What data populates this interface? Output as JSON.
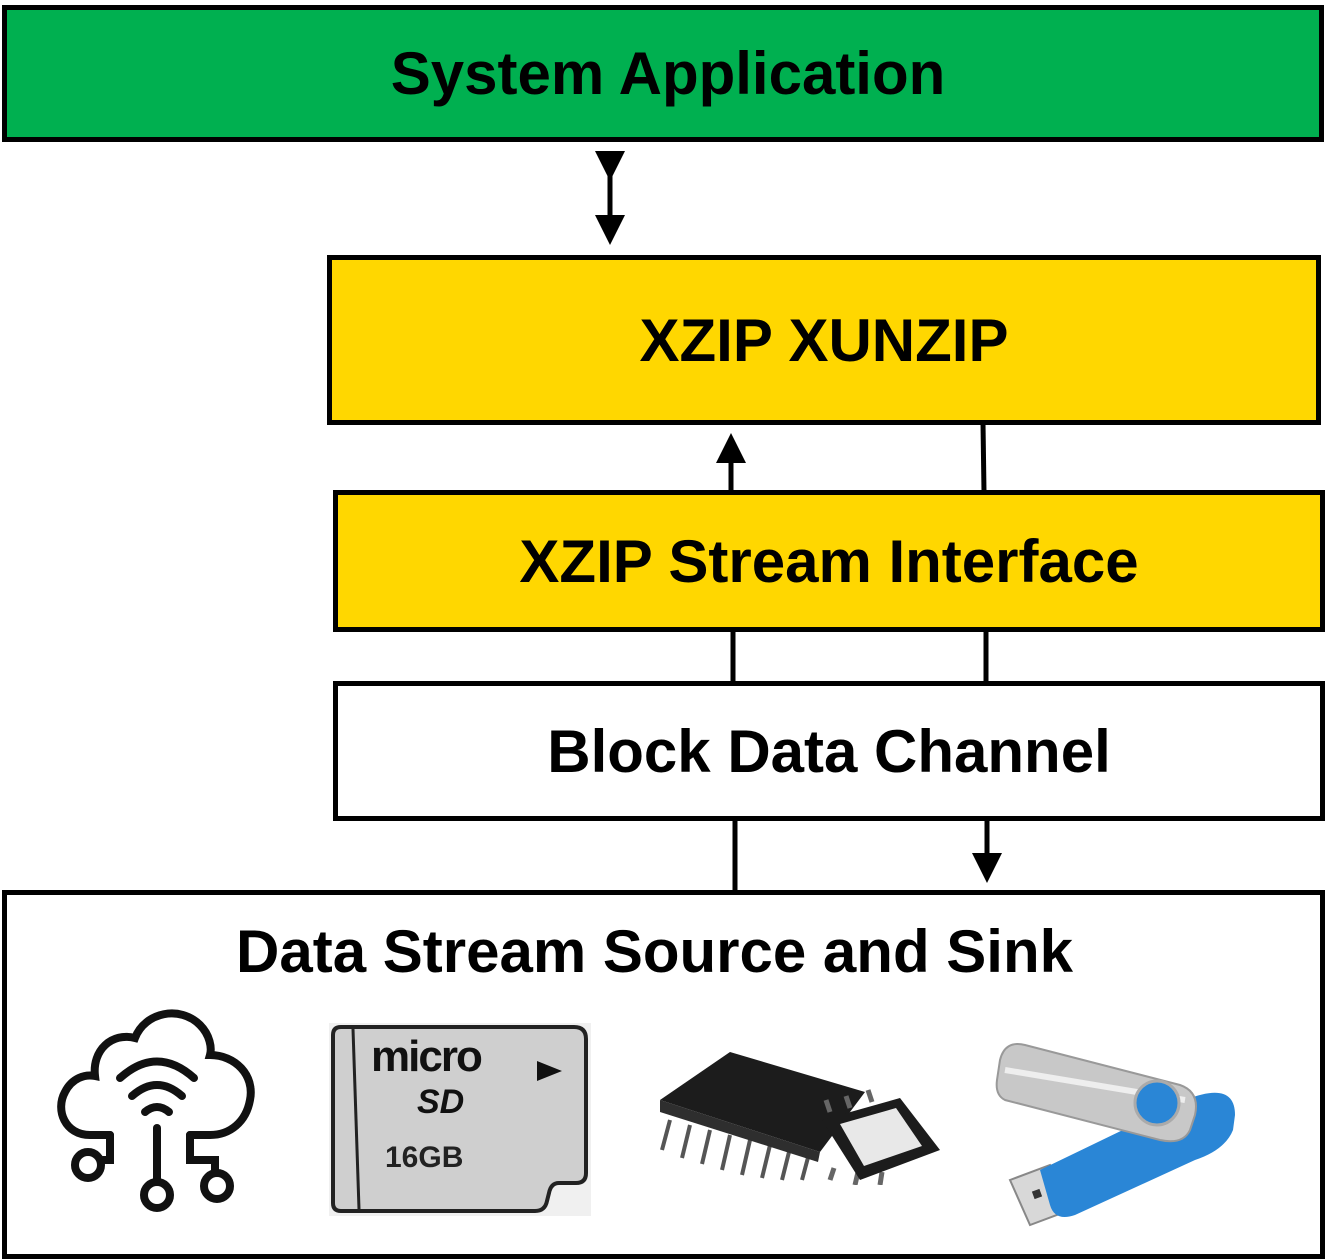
{
  "layers": {
    "system_application": {
      "label": "System Application",
      "color": "#00B050"
    },
    "xzip_xunzip": {
      "label": "XZIP XUNZIP",
      "color": "#FFD700"
    },
    "stream_interface": {
      "label": "XZIP Stream Interface",
      "color": "#FFD700"
    },
    "block_data_channel": {
      "label": "Block Data Channel",
      "color": "#FFFFFF"
    },
    "source_sink": {
      "label": "Data Stream Source and Sink",
      "color": "#FFFFFF",
      "devices": [
        {
          "icon": "cloud-iot-icon"
        },
        {
          "icon": "microsd-card-icon",
          "logo_top": "micro",
          "logo_bottom": "SD",
          "capacity": "16GB"
        },
        {
          "icon": "flash-chip-icon"
        },
        {
          "icon": "usb-drive-icon"
        }
      ]
    }
  }
}
